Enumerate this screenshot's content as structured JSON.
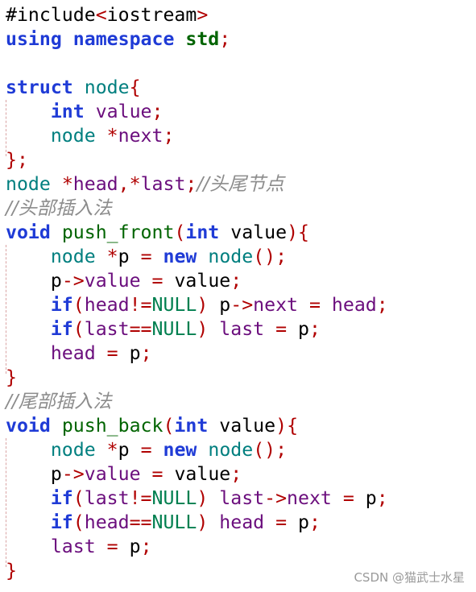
{
  "colors": {
    "keyword": "#1f3bd6",
    "type": "#007f7f",
    "ident": "#6b0e7d",
    "punct": "#b00000",
    "text": "#000000",
    "include": "#000000",
    "header": "#000000",
    "comment": "#8c8c8c",
    "func": "#006400",
    "member": "#1a1a8c",
    "null": "#007f4f",
    "gray": "#4a4a4a"
  },
  "code": {
    "lines": [
      [
        {
          "t": "#include",
          "c": "text"
        },
        {
          "t": "<",
          "c": "punct"
        },
        {
          "t": "iostream",
          "c": "text"
        },
        {
          "t": ">",
          "c": "punct"
        }
      ],
      [
        {
          "t": "using",
          "c": "keyword",
          "b": true
        },
        {
          "t": " ",
          "c": "text"
        },
        {
          "t": "namespace",
          "c": "keyword",
          "b": true
        },
        {
          "t": " ",
          "c": "text"
        },
        {
          "t": "std",
          "c": "func",
          "b": true
        },
        {
          "t": ";",
          "c": "punct"
        }
      ],
      [],
      [
        {
          "t": "struct",
          "c": "keyword",
          "b": true
        },
        {
          "t": " ",
          "c": "text"
        },
        {
          "t": "node",
          "c": "type"
        },
        {
          "t": "{",
          "c": "punct"
        }
      ],
      [
        {
          "t": "    ",
          "c": "text"
        },
        {
          "t": "int",
          "c": "keyword",
          "b": true
        },
        {
          "t": " ",
          "c": "text"
        },
        {
          "t": "value",
          "c": "ident"
        },
        {
          "t": ";",
          "c": "punct"
        }
      ],
      [
        {
          "t": "    ",
          "c": "text"
        },
        {
          "t": "node",
          "c": "type"
        },
        {
          "t": " ",
          "c": "text"
        },
        {
          "t": "*",
          "c": "punct"
        },
        {
          "t": "next",
          "c": "ident"
        },
        {
          "t": ";",
          "c": "punct"
        }
      ],
      [
        {
          "t": "}",
          "c": "punct"
        },
        {
          "t": ";",
          "c": "punct"
        }
      ],
      [
        {
          "t": "node",
          "c": "type"
        },
        {
          "t": " ",
          "c": "text"
        },
        {
          "t": "*",
          "c": "punct"
        },
        {
          "t": "head",
          "c": "ident"
        },
        {
          "t": ",",
          "c": "punct"
        },
        {
          "t": "*",
          "c": "punct"
        },
        {
          "t": "last",
          "c": "ident"
        },
        {
          "t": ";",
          "c": "punct"
        },
        {
          "t": "//头尾节点",
          "c": "comment",
          "i": true
        }
      ],
      [
        {
          "t": "//头部插入法",
          "c": "comment",
          "i": true
        }
      ],
      [
        {
          "t": "void",
          "c": "keyword",
          "b": true
        },
        {
          "t": " ",
          "c": "text"
        },
        {
          "t": "push_front",
          "c": "func"
        },
        {
          "t": "(",
          "c": "punct"
        },
        {
          "t": "int",
          "c": "keyword",
          "b": true
        },
        {
          "t": " ",
          "c": "text"
        },
        {
          "t": "value",
          "c": "text"
        },
        {
          "t": ")",
          "c": "punct"
        },
        {
          "t": "{",
          "c": "punct"
        }
      ],
      [
        {
          "t": "    ",
          "c": "text"
        },
        {
          "t": "node",
          "c": "type"
        },
        {
          "t": " ",
          "c": "text"
        },
        {
          "t": "*",
          "c": "punct"
        },
        {
          "t": "p",
          "c": "text"
        },
        {
          "t": " ",
          "c": "text"
        },
        {
          "t": "=",
          "c": "punct"
        },
        {
          "t": " ",
          "c": "text"
        },
        {
          "t": "new",
          "c": "keyword",
          "b": true
        },
        {
          "t": " ",
          "c": "text"
        },
        {
          "t": "node",
          "c": "type"
        },
        {
          "t": "()",
          "c": "punct"
        },
        {
          "t": ";",
          "c": "punct"
        }
      ],
      [
        {
          "t": "    ",
          "c": "text"
        },
        {
          "t": "p",
          "c": "text"
        },
        {
          "t": "->",
          "c": "punct"
        },
        {
          "t": "value",
          "c": "ident"
        },
        {
          "t": " ",
          "c": "text"
        },
        {
          "t": "=",
          "c": "punct"
        },
        {
          "t": " ",
          "c": "text"
        },
        {
          "t": "value",
          "c": "text"
        },
        {
          "t": ";",
          "c": "punct"
        }
      ],
      [
        {
          "t": "    ",
          "c": "text"
        },
        {
          "t": "if",
          "c": "keyword",
          "b": true
        },
        {
          "t": "(",
          "c": "punct"
        },
        {
          "t": "head",
          "c": "ident"
        },
        {
          "t": "!=",
          "c": "punct"
        },
        {
          "t": "NULL",
          "c": "null"
        },
        {
          "t": ")",
          "c": "punct"
        },
        {
          "t": " ",
          "c": "text"
        },
        {
          "t": "p",
          "c": "text"
        },
        {
          "t": "->",
          "c": "punct"
        },
        {
          "t": "next",
          "c": "ident"
        },
        {
          "t": " ",
          "c": "text"
        },
        {
          "t": "=",
          "c": "punct"
        },
        {
          "t": " ",
          "c": "text"
        },
        {
          "t": "head",
          "c": "ident"
        },
        {
          "t": ";",
          "c": "punct"
        }
      ],
      [
        {
          "t": "    ",
          "c": "text"
        },
        {
          "t": "if",
          "c": "keyword",
          "b": true
        },
        {
          "t": "(",
          "c": "punct"
        },
        {
          "t": "last",
          "c": "ident"
        },
        {
          "t": "==",
          "c": "punct"
        },
        {
          "t": "NULL",
          "c": "null"
        },
        {
          "t": ")",
          "c": "punct"
        },
        {
          "t": " ",
          "c": "text"
        },
        {
          "t": "last",
          "c": "ident"
        },
        {
          "t": " ",
          "c": "text"
        },
        {
          "t": "=",
          "c": "punct"
        },
        {
          "t": " ",
          "c": "text"
        },
        {
          "t": "p",
          "c": "text"
        },
        {
          "t": ";",
          "c": "punct"
        }
      ],
      [
        {
          "t": "    ",
          "c": "text"
        },
        {
          "t": "head",
          "c": "ident"
        },
        {
          "t": " ",
          "c": "text"
        },
        {
          "t": "=",
          "c": "punct"
        },
        {
          "t": " ",
          "c": "text"
        },
        {
          "t": "p",
          "c": "text"
        },
        {
          "t": ";",
          "c": "punct"
        }
      ],
      [
        {
          "t": "}",
          "c": "punct"
        }
      ],
      [
        {
          "t": "//尾部插入法",
          "c": "comment",
          "i": true
        }
      ],
      [
        {
          "t": "void",
          "c": "keyword",
          "b": true
        },
        {
          "t": " ",
          "c": "text"
        },
        {
          "t": "push_back",
          "c": "func"
        },
        {
          "t": "(",
          "c": "punct"
        },
        {
          "t": "int",
          "c": "keyword",
          "b": true
        },
        {
          "t": " ",
          "c": "text"
        },
        {
          "t": "value",
          "c": "text"
        },
        {
          "t": ")",
          "c": "punct"
        },
        {
          "t": "{",
          "c": "punct"
        }
      ],
      [
        {
          "t": "    ",
          "c": "text"
        },
        {
          "t": "node",
          "c": "type"
        },
        {
          "t": " ",
          "c": "text"
        },
        {
          "t": "*",
          "c": "punct"
        },
        {
          "t": "p",
          "c": "text"
        },
        {
          "t": " ",
          "c": "text"
        },
        {
          "t": "=",
          "c": "punct"
        },
        {
          "t": " ",
          "c": "text"
        },
        {
          "t": "new",
          "c": "keyword",
          "b": true
        },
        {
          "t": " ",
          "c": "text"
        },
        {
          "t": "node",
          "c": "type"
        },
        {
          "t": "()",
          "c": "punct"
        },
        {
          "t": ";",
          "c": "punct"
        }
      ],
      [
        {
          "t": "    ",
          "c": "text"
        },
        {
          "t": "p",
          "c": "text"
        },
        {
          "t": "->",
          "c": "punct"
        },
        {
          "t": "value",
          "c": "ident"
        },
        {
          "t": " ",
          "c": "text"
        },
        {
          "t": "=",
          "c": "punct"
        },
        {
          "t": " ",
          "c": "text"
        },
        {
          "t": "value",
          "c": "text"
        },
        {
          "t": ";",
          "c": "punct"
        }
      ],
      [
        {
          "t": "    ",
          "c": "text"
        },
        {
          "t": "if",
          "c": "keyword",
          "b": true
        },
        {
          "t": "(",
          "c": "punct"
        },
        {
          "t": "last",
          "c": "ident"
        },
        {
          "t": "!=",
          "c": "punct"
        },
        {
          "t": "NULL",
          "c": "null"
        },
        {
          "t": ")",
          "c": "punct"
        },
        {
          "t": " ",
          "c": "text"
        },
        {
          "t": "last",
          "c": "ident"
        },
        {
          "t": "->",
          "c": "punct"
        },
        {
          "t": "next",
          "c": "ident"
        },
        {
          "t": " ",
          "c": "text"
        },
        {
          "t": "=",
          "c": "punct"
        },
        {
          "t": " ",
          "c": "text"
        },
        {
          "t": "p",
          "c": "text"
        },
        {
          "t": ";",
          "c": "punct"
        }
      ],
      [
        {
          "t": "    ",
          "c": "text"
        },
        {
          "t": "if",
          "c": "keyword",
          "b": true
        },
        {
          "t": "(",
          "c": "punct"
        },
        {
          "t": "head",
          "c": "ident"
        },
        {
          "t": "==",
          "c": "punct"
        },
        {
          "t": "NULL",
          "c": "null"
        },
        {
          "t": ")",
          "c": "punct"
        },
        {
          "t": " ",
          "c": "text"
        },
        {
          "t": "head",
          "c": "ident"
        },
        {
          "t": " ",
          "c": "text"
        },
        {
          "t": "=",
          "c": "punct"
        },
        {
          "t": " ",
          "c": "text"
        },
        {
          "t": "p",
          "c": "text"
        },
        {
          "t": ";",
          "c": "punct"
        }
      ],
      [
        {
          "t": "    ",
          "c": "text"
        },
        {
          "t": "last",
          "c": "ident"
        },
        {
          "t": " ",
          "c": "text"
        },
        {
          "t": "=",
          "c": "punct"
        },
        {
          "t": " ",
          "c": "text"
        },
        {
          "t": "p",
          "c": "text"
        },
        {
          "t": ";",
          "c": "punct"
        }
      ],
      [
        {
          "t": "}",
          "c": "punct"
        }
      ]
    ]
  },
  "watermark": "CSDN @猫武士水星"
}
